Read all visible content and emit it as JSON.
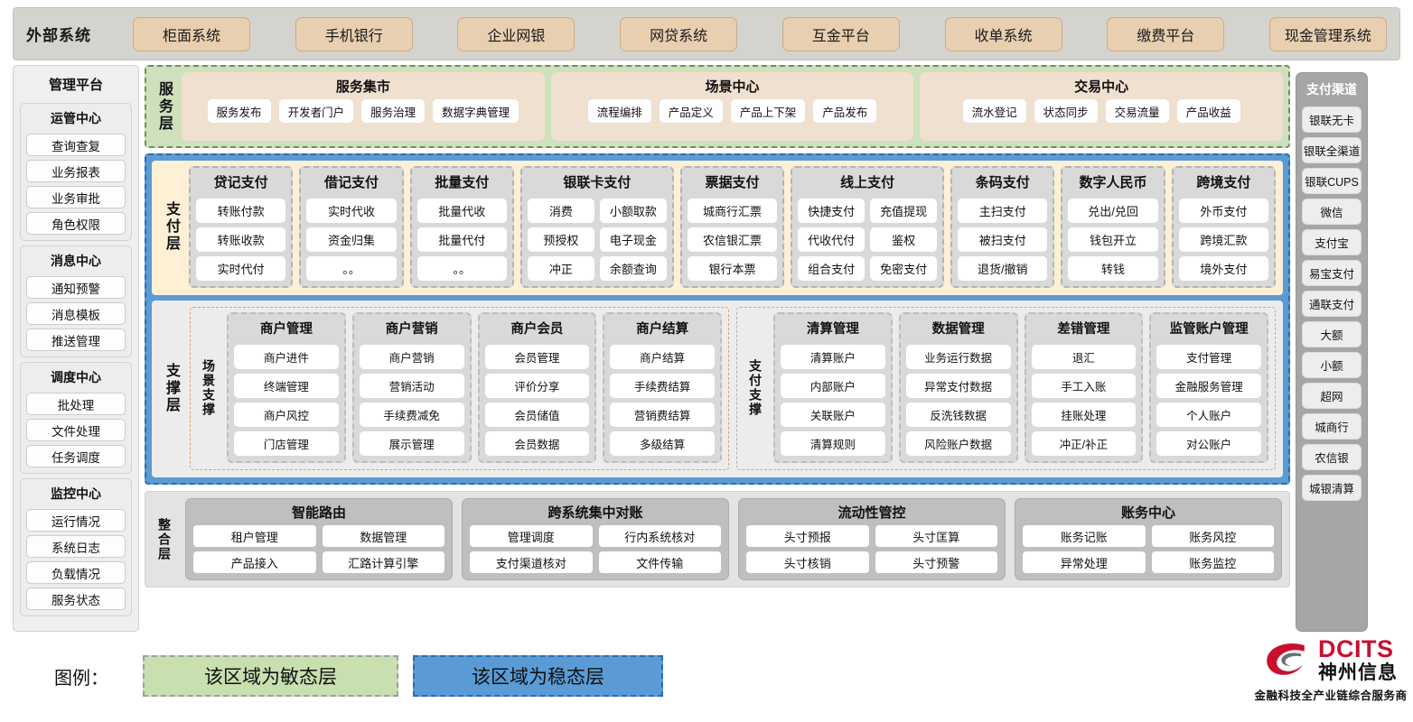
{
  "external": {
    "title": "外部系统",
    "items": [
      "柜面系统",
      "手机银行",
      "企业网银",
      "网贷系统",
      "互金平台",
      "收单系统",
      "缴费平台",
      "现金管理系统"
    ]
  },
  "manage_platform": {
    "title": "管理平台",
    "groups": [
      {
        "title": "运管中心",
        "items": [
          "查询查复",
          "业务报表",
          "业务审批",
          "角色权限"
        ]
      },
      {
        "title": "消息中心",
        "items": [
          "通知预警",
          "消息模板",
          "推送管理"
        ]
      },
      {
        "title": "调度中心",
        "items": [
          "批处理",
          "文件处理",
          "任务调度"
        ]
      },
      {
        "title": "监控中心",
        "items": [
          "运行情况",
          "系统日志",
          "负载情况",
          "服务状态"
        ]
      }
    ]
  },
  "payment_channel": {
    "title": "支付渠道",
    "items": [
      "银联无卡",
      "银联全渠道",
      "银联CUPS",
      "微信",
      "支付宝",
      "易宝支付",
      "通联支付",
      "大额",
      "小额",
      "超网",
      "城商行",
      "农信银",
      "城银清算"
    ]
  },
  "service_layer": {
    "label": "服务层",
    "boxes": [
      {
        "title": "服务集市",
        "items": [
          "服务发布",
          "开发者门户",
          "服务治理",
          "数据字典管理"
        ]
      },
      {
        "title": "场景中心",
        "items": [
          "流程编排",
          "产品定义",
          "产品上下架",
          "产品发布"
        ]
      },
      {
        "title": "交易中心",
        "items": [
          "流水登记",
          "状态同步",
          "交易流量",
          "产品收益"
        ]
      }
    ]
  },
  "payment_layer": {
    "label": "支付层",
    "columns": [
      {
        "title": "贷记支付",
        "cols": 1,
        "items": [
          "转账付款",
          "转账收款",
          "实时代付"
        ]
      },
      {
        "title": "借记支付",
        "cols": 1,
        "items": [
          "实时代收",
          "资金归集",
          "。。"
        ]
      },
      {
        "title": "批量支付",
        "cols": 1,
        "items": [
          "批量代收",
          "批量代付",
          "。。"
        ]
      },
      {
        "title": "银联卡支付",
        "cols": 2,
        "items": [
          "消费",
          "小额取款",
          "预授权",
          "电子现金",
          "冲正",
          "余额查询"
        ]
      },
      {
        "title": "票据支付",
        "cols": 1,
        "items": [
          "城商行汇票",
          "农信银汇票",
          "银行本票"
        ]
      },
      {
        "title": "线上支付",
        "cols": 2,
        "items": [
          "快捷支付",
          "充值提现",
          "代收代付",
          "鉴权",
          "组合支付",
          "免密支付"
        ]
      },
      {
        "title": "条码支付",
        "cols": 1,
        "items": [
          "主扫支付",
          "被扫支付",
          "退货/撤销"
        ]
      },
      {
        "title": "数字人民币",
        "cols": 1,
        "items": [
          "兑出/兑回",
          "钱包开立",
          "转钱"
        ]
      },
      {
        "title": "跨境支付",
        "cols": 1,
        "items": [
          "外币支付",
          "跨境汇款",
          "境外支付"
        ]
      }
    ]
  },
  "support_layer": {
    "label": "支撑层",
    "groups": [
      {
        "label": "场景支撑",
        "style": "scene",
        "columns": [
          {
            "title": "商户管理",
            "items": [
              "商户进件",
              "终端管理",
              "商户风控",
              "门店管理"
            ]
          },
          {
            "title": "商户营销",
            "items": [
              "商户营销",
              "营销活动",
              "手续费减免",
              "展示管理"
            ]
          },
          {
            "title": "商户会员",
            "items": [
              "会员管理",
              "评价分享",
              "会员储值",
              "会员数据"
            ]
          },
          {
            "title": "商户结算",
            "items": [
              "商户结算",
              "手续费结算",
              "营销费结算",
              "多级结算"
            ]
          }
        ]
      },
      {
        "label": "支付支撑",
        "style": "paysup",
        "columns": [
          {
            "title": "清算管理",
            "items": [
              "清算账户",
              "内部账户",
              "关联账户",
              "清算规则"
            ]
          },
          {
            "title": "数据管理",
            "items": [
              "业务运行数据",
              "异常支付数据",
              "反洗钱数据",
              "风险账户数据"
            ]
          },
          {
            "title": "差错管理",
            "items": [
              "退汇",
              "手工入账",
              "挂账处理",
              "冲正/补正"
            ]
          },
          {
            "title": "监管账户管理",
            "items": [
              "支付管理",
              "金融服务管理",
              "个人账户",
              "对公账户"
            ]
          }
        ]
      }
    ]
  },
  "integration_layer": {
    "label": "整合层",
    "boxes": [
      {
        "title": "智能路由",
        "items": [
          "租户管理",
          "数据管理",
          "产品接入",
          "汇路计算引擎"
        ]
      },
      {
        "title": "跨系统集中对账",
        "items": [
          "管理调度",
          "行内系统核对",
          "支付渠道核对",
          "文件传输"
        ]
      },
      {
        "title": "流动性管控",
        "items": [
          "头寸预报",
          "头寸匡算",
          "头寸核销",
          "头寸预警"
        ]
      },
      {
        "title": "账务中心",
        "items": [
          "账务记账",
          "账务风控",
          "异常处理",
          "账务监控"
        ]
      }
    ]
  },
  "legend": {
    "label": "图例：",
    "agile": "该区域为敏态层",
    "stable": "该区域为稳态层",
    "agile_color": "#c8dfb0",
    "stable_color": "#5b9bd5"
  },
  "logo": {
    "en": "DCITS",
    "cn": "神州信息",
    "tagline": "金融科技全产业链综合服务商",
    "brand_color": "#c8102e"
  }
}
